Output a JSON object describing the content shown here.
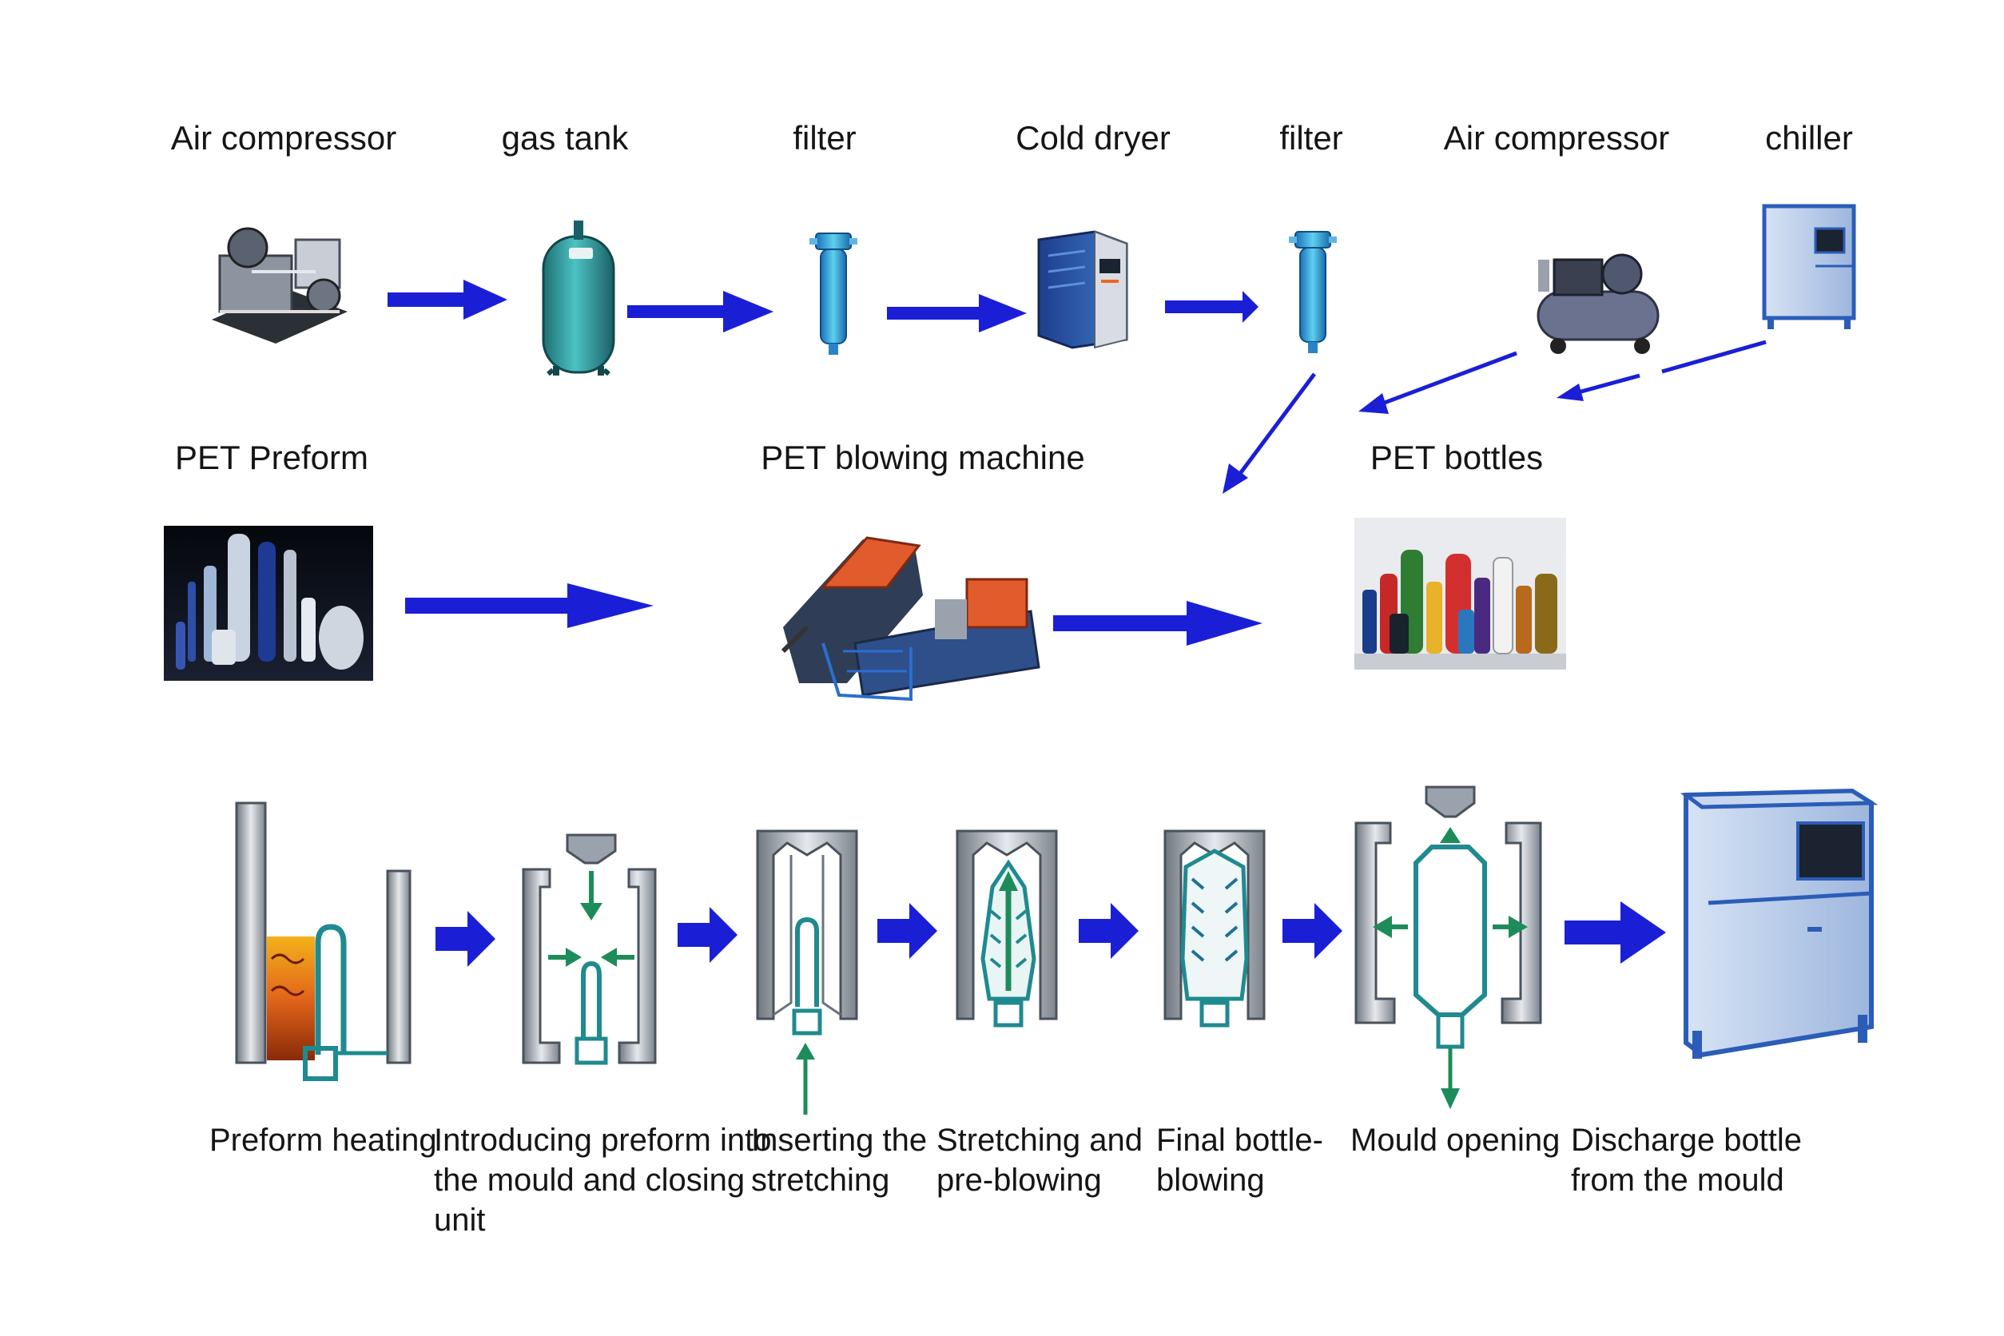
{
  "colors": {
    "arrow_blue": "#1a1fd6",
    "process_green": "#1e8c5a",
    "metal": "#9aa3ad",
    "teal": "#2a9a9e",
    "cabinet_blue": "#2b5db8"
  },
  "equipment_row": [
    {
      "label": "Air compressor",
      "icon": "air-compressor-icon"
    },
    {
      "label": "gas tank",
      "icon": "gas-tank-icon"
    },
    {
      "label": "filter",
      "icon": "filter-icon"
    },
    {
      "label": "Cold dryer",
      "icon": "cold-dryer-icon"
    },
    {
      "label": "filter",
      "icon": "filter-icon"
    },
    {
      "label": "Air compressor",
      "icon": "air-compressor-icon"
    },
    {
      "label": "chiller",
      "icon": "chiller-icon"
    }
  ],
  "production_row": [
    {
      "label": "PET Preform",
      "icon": "pet-preform-photo"
    },
    {
      "label": "PET blowing machine",
      "icon": "blowing-machine-icon"
    },
    {
      "label": "PET bottles",
      "icon": "pet-bottles-photo"
    }
  ],
  "process_steps": [
    {
      "lines": [
        "Preform heating"
      ],
      "icon": "heating-oven-icon"
    },
    {
      "lines": [
        "Introducing preform into",
        "the mould and closing",
        "unit"
      ],
      "icon": "mould-closing-icon"
    },
    {
      "lines": [
        "Inserting the",
        "stretching"
      ],
      "icon": "stretch-rod-icon"
    },
    {
      "lines": [
        "Stretching and",
        "pre-blowing"
      ],
      "icon": "pre-blowing-icon"
    },
    {
      "lines": [
        "Final bottle-",
        "blowing"
      ],
      "icon": "final-blowing-icon"
    },
    {
      "lines": [
        "Mould opening"
      ],
      "icon": "mould-opening-icon"
    },
    {
      "lines": [
        "Discharge bottle",
        "from the mould"
      ],
      "icon": "discharge-cabinet-icon"
    }
  ]
}
